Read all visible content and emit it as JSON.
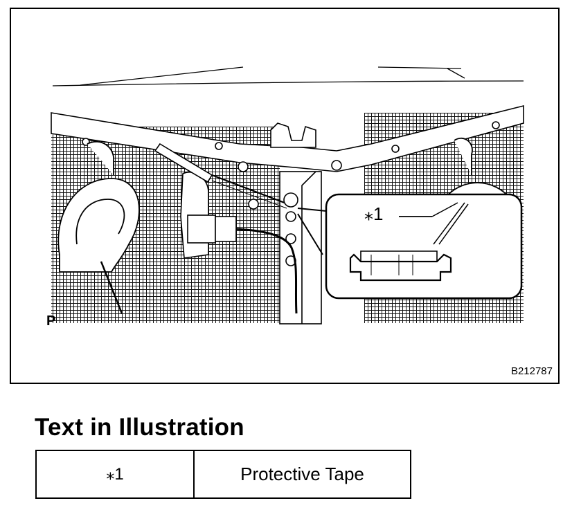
{
  "illustration": {
    "view_label": "P",
    "figure_code": "B212787",
    "callout_label": "⁎1"
  },
  "section_title": "Text in Illustration",
  "legend": {
    "rows": [
      {
        "key": "⁎1",
        "text": "Protective Tape"
      }
    ]
  }
}
